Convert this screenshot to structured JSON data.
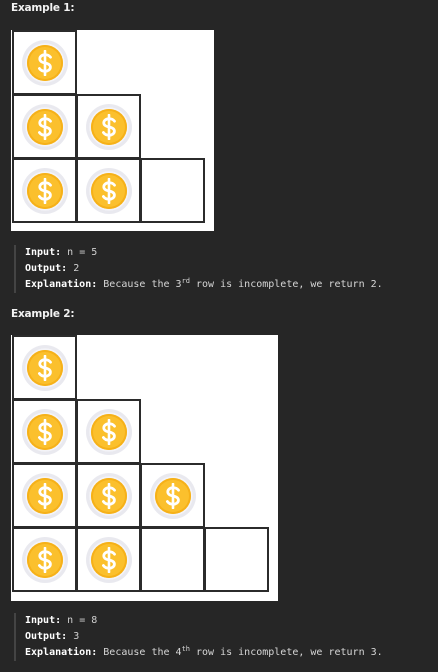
{
  "examples": [
    {
      "heading": "Example 1:",
      "input_label": "Input:",
      "input_value": "n = 5",
      "output_label": "Output:",
      "output_value": "2",
      "explanation_label": "Explanation:",
      "explanation_pre": "Because the 3",
      "explanation_sup": "rd",
      "explanation_post": " row is incomplete, we return 2.",
      "staircase": {
        "rows": 3,
        "coins": 5,
        "coin_icon": "dollar-coin-icon"
      }
    },
    {
      "heading": "Example 2:",
      "input_label": "Input:",
      "input_value": "n = 8",
      "output_label": "Output:",
      "output_value": "3",
      "explanation_label": "Explanation:",
      "explanation_pre": "Because the 4",
      "explanation_sup": "th",
      "explanation_post": " row is incomplete, we return 3.",
      "staircase": {
        "rows": 4,
        "coins": 8,
        "coin_icon": "dollar-coin-icon"
      }
    }
  ],
  "colors": {
    "background": "#262626",
    "coin": "#fbc02d",
    "coin_symbol": "#ffffff",
    "grid_line": "#2b2b2b"
  }
}
